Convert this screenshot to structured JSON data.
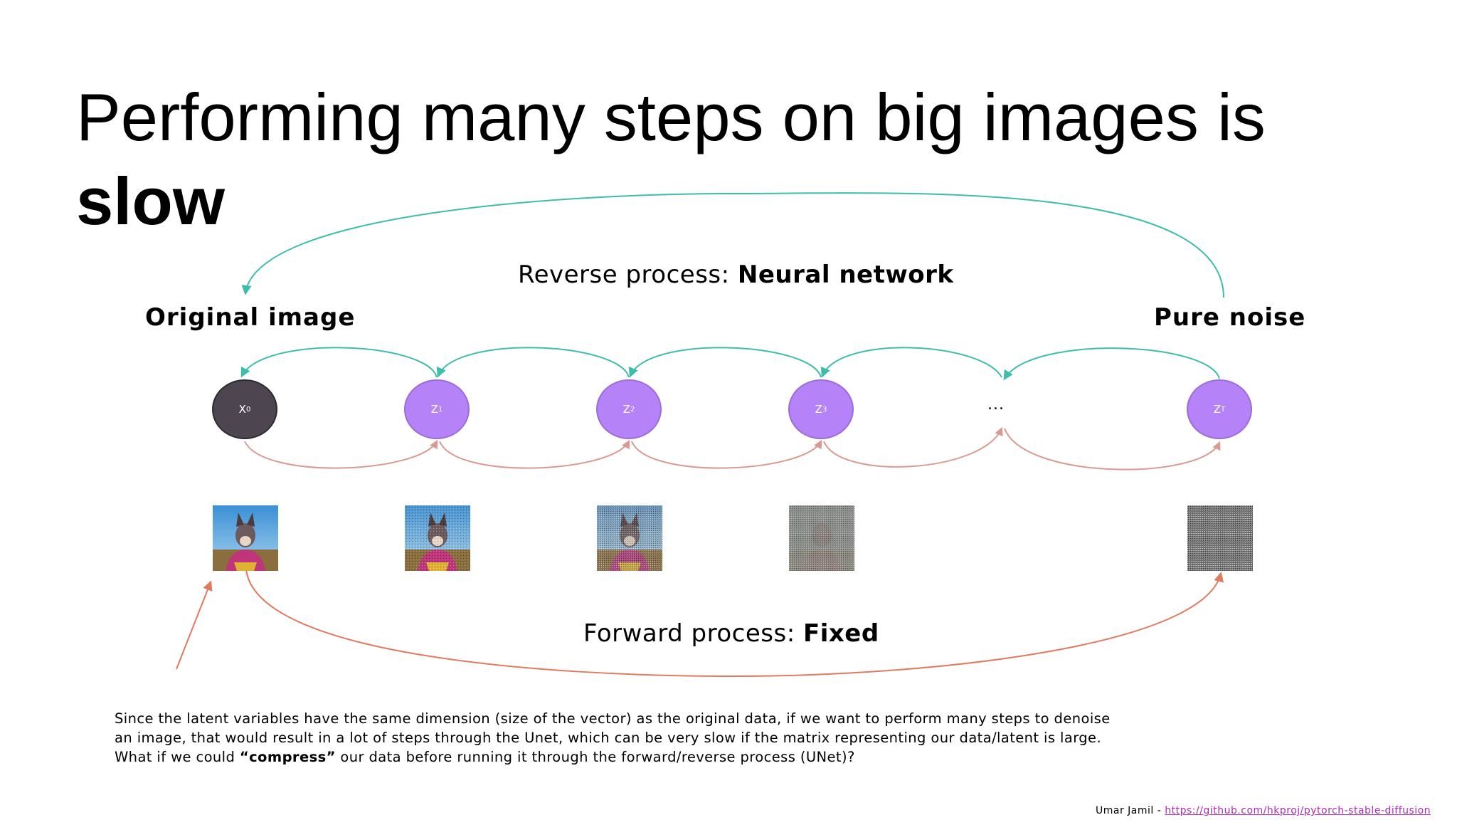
{
  "slide": {
    "title_line1": "Performing many steps on big images is",
    "title_line2": "slow"
  },
  "diagram": {
    "reverse_prefix": "Reverse process: ",
    "reverse_bold": "Neural network",
    "forward_prefix": "Forward process: ",
    "forward_bold": "Fixed",
    "original_label": "Original image",
    "noise_label": "Pure noise",
    "ellipsis": "...",
    "nodes": [
      {
        "base": "X",
        "sub": "0"
      },
      {
        "base": "Z",
        "sub": "1"
      },
      {
        "base": "Z",
        "sub": "2"
      },
      {
        "base": "Z",
        "sub": "3"
      },
      {
        "base": "Z",
        "sub": "T"
      }
    ],
    "colors": {
      "reverse_arrow": "#3dbdaa",
      "forward_arrow": "#e07a60",
      "small_forward_arrow": "#d99a92",
      "node_x": "#4d4651",
      "node_z": "#b583f7"
    }
  },
  "body": {
    "line1": "Since the latent variables have the same dimension (size of the vector) as the original data, if we want to perform many steps to denoise",
    "line2": "an image, that would result in a lot of steps through the Unet, which can be very slow if the matrix representing our data/latent is large.",
    "line3_prefix": "What if we could ",
    "line3_bold": "“compress”",
    "line3_suffix": " our data before running it through the forward/reverse process (UNet)?"
  },
  "credit": {
    "author": "Umar   Jamil",
    "separator": " - ",
    "link": "https://github.com/hkproj/pytorch-stable-diffusion"
  }
}
